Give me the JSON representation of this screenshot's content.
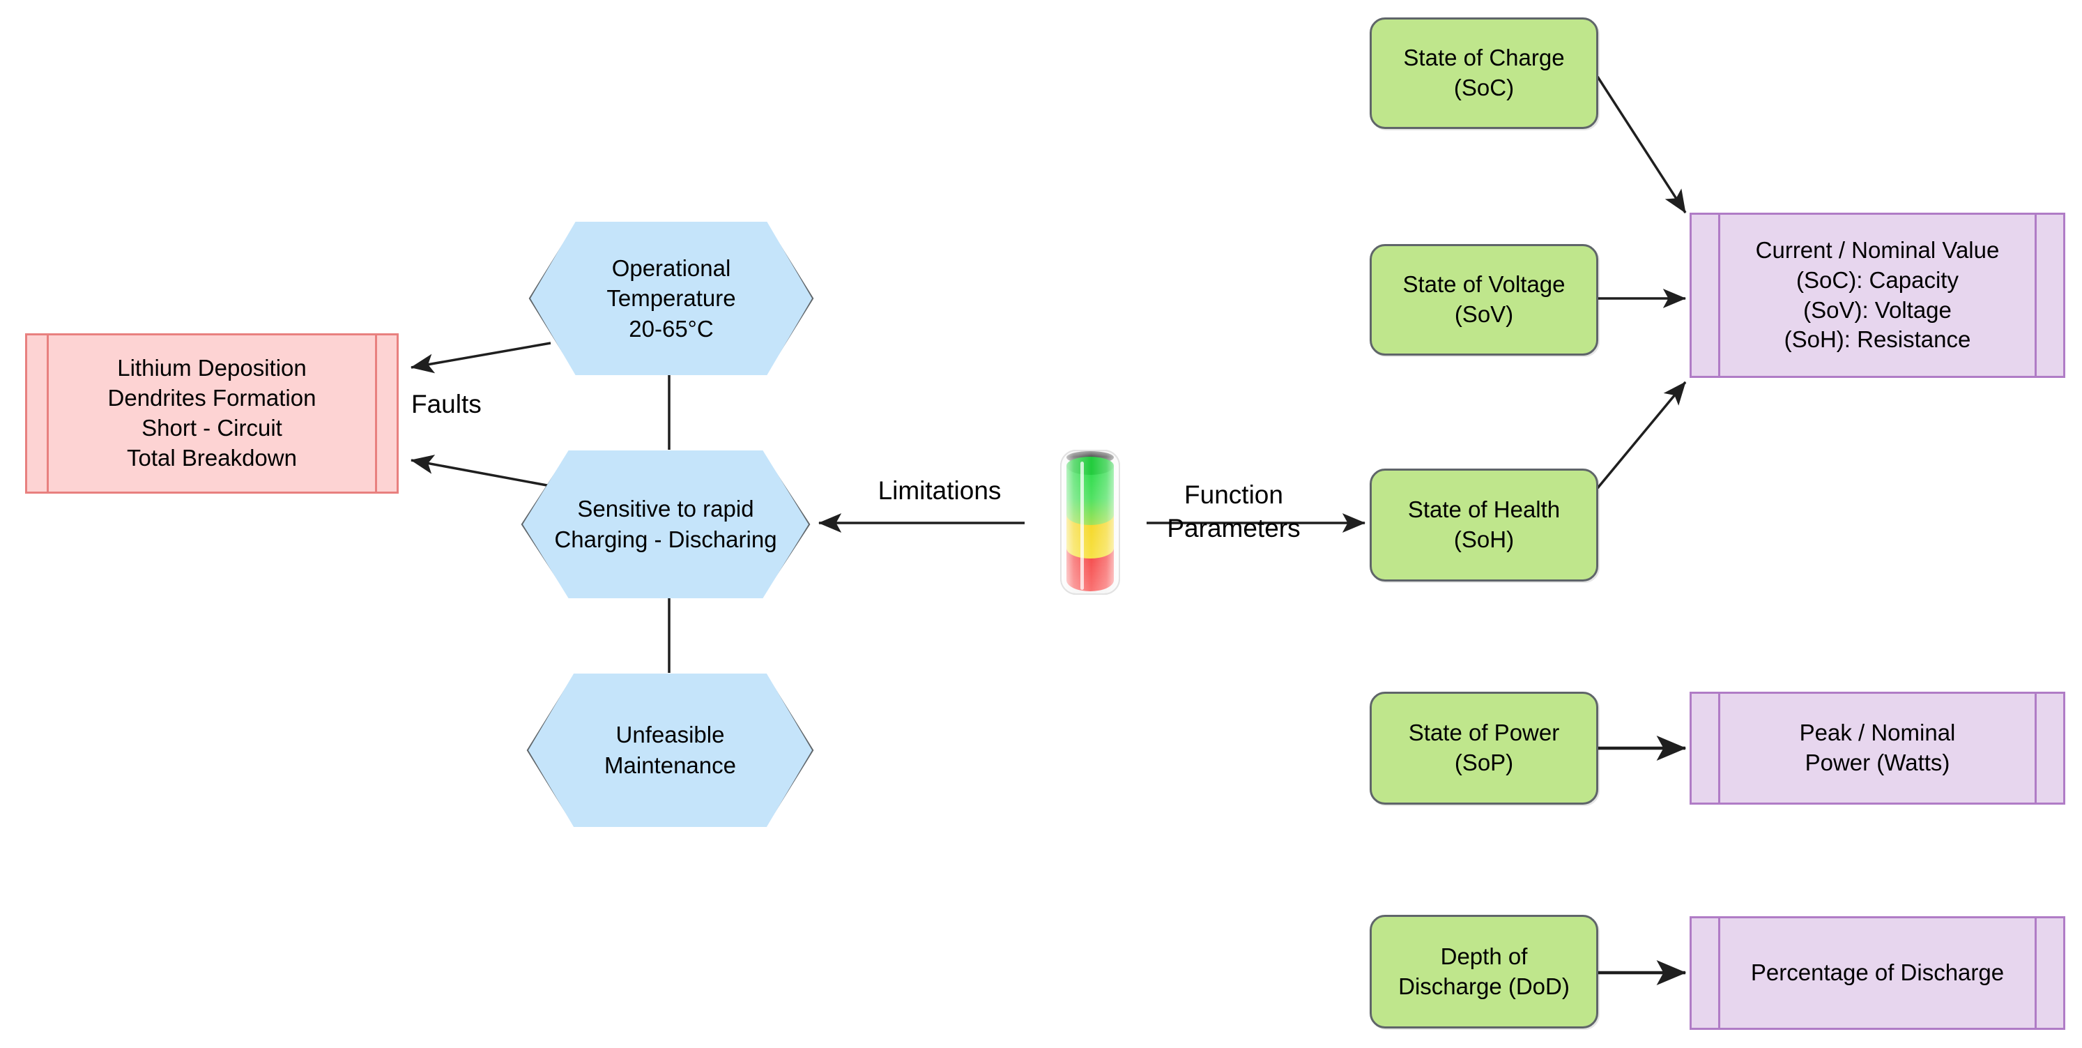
{
  "diagram": {
    "title": "Battery limitations and function parameters diagram",
    "colors": {
      "red_fill": "#fdd3d3",
      "red_stroke": "#e8807f",
      "blue_fill": "#c5e4fa",
      "blue_stroke": "#5f6569",
      "green_fill": "#bfe68c",
      "green_stroke": "#5f6569",
      "purple_fill": "#e7d6ee",
      "purple_stroke": "#b07cc6",
      "line": "#1f1f1f",
      "background": "#ffffff"
    }
  },
  "center": {
    "icon": "battery-icon",
    "segments": [
      "green",
      "yellow",
      "red"
    ]
  },
  "edge_labels": {
    "faults": "Faults",
    "limitations": "Limitations",
    "function_parameters": "Function\nParameters"
  },
  "faults_box": {
    "label": "Lithium Deposition\nDendrites Formation\nShort - Circuit\nTotal Breakdown"
  },
  "limitations": [
    {
      "id": "operational-temperature",
      "label": "Operational\nTemperature\n20-65°C"
    },
    {
      "id": "sensitive-to-rapid-charging",
      "label": "Sensitive to rapid\nCharging - Discharing"
    },
    {
      "id": "unfeasible-maintenance",
      "label": "Unfeasible\nMaintenance"
    }
  ],
  "parameters": [
    {
      "id": "state-of-charge",
      "label": "State of Charge\n(SoC)"
    },
    {
      "id": "state-of-voltage",
      "label": "State of Voltage\n(SoV)"
    },
    {
      "id": "state-of-health",
      "label": "State of Health\n(SoH)"
    },
    {
      "id": "state-of-power",
      "label": "State of Power\n(SoP)"
    },
    {
      "id": "depth-of-discharge",
      "label": "Depth of\nDischarge (DoD)"
    }
  ],
  "outputs": [
    {
      "id": "current-nominal-value",
      "label": "Current / Nominal Value\n(SoC): Capacity\n(SoV): Voltage\n(SoH): Resistance"
    },
    {
      "id": "peak-nominal-power",
      "label": "Peak / Nominal\nPower (Watts)"
    },
    {
      "id": "percentage-of-discharge",
      "label": "Percentage of Discharge"
    }
  ]
}
